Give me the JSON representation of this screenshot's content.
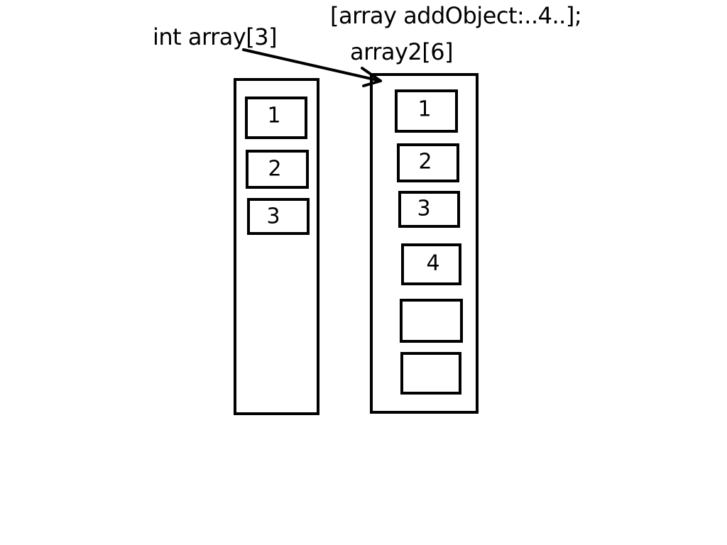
{
  "labels": {
    "operation": "[array  addObject:..4..];",
    "source_array": "int array[3]",
    "target_array": "array2[6]"
  },
  "source_array": {
    "cells": [
      "1",
      "2",
      "3"
    ]
  },
  "target_array": {
    "cells": [
      "1",
      "2",
      "3",
      "4",
      "",
      ""
    ]
  },
  "colors": {
    "stroke": "#000000",
    "background": "#ffffff"
  }
}
